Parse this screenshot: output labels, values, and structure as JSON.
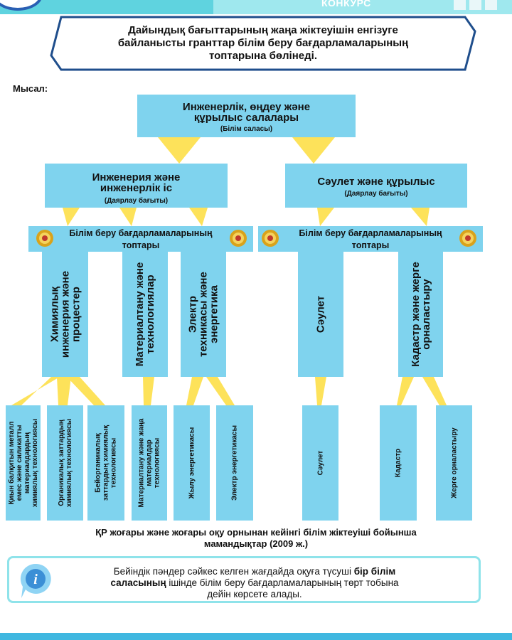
{
  "header": {
    "banner_text": "КОНКУРС"
  },
  "headline": {
    "line1": "Дайындық бағыттарының жаңа жіктеуішін енгізуге",
    "line2": "байланысты гранттар білім беру бағдарламаларының",
    "line3": "топтарына бөлінеді."
  },
  "example_label": "Мысал:",
  "field": {
    "title_line1": "Инженерлік, өңдеу және",
    "title_line2": "құрылыс салалары",
    "sub": "(Білім саласы)"
  },
  "directions": [
    {
      "title_line1": "Инженерия және",
      "title_line2": "инженерлік іс",
      "sub": "(Даярлау бағыты)"
    },
    {
      "title_line1": "Сәулет және құрылыс",
      "title_line2": "",
      "sub": "(Даярлау бағыты)"
    }
  ],
  "bands": [
    {
      "line1": "Білім беру бағдарламаларының",
      "line2": "топтары"
    },
    {
      "line1": "Білім беру бағдарламаларының",
      "line2": "топтары"
    }
  ],
  "groups": [
    {
      "line1": "Химиялық",
      "line2": "инженерия және",
      "line3": "процестер"
    },
    {
      "line1": "Материалтану және",
      "line2": "технологиялар",
      "line3": ""
    },
    {
      "line1": "Электр",
      "line2": "техникасы және",
      "line3": "энергетика"
    },
    {
      "line1": "Сәулет",
      "line2": "",
      "line3": ""
    },
    {
      "line1": "Кадастр және жерге",
      "line2": "орналастыру",
      "line3": ""
    }
  ],
  "specialties": [
    {
      "line1": "Қиын балқитын металл",
      "line2": "емес және силикатты",
      "line3": "материалдардың",
      "line4": "химиялық технологиясы"
    },
    {
      "line1": "Органикалық заттардың",
      "line2": "химиялық технологиясы",
      "line3": "",
      "line4": ""
    },
    {
      "line1": "Бейорганикалық",
      "line2": "заттардың химиялық",
      "line3": "технологиясы",
      "line4": ""
    },
    {
      "line1": "Материалтану және жаңа",
      "line2": "материалдар",
      "line3": "технологиясы",
      "line4": ""
    },
    {
      "line1": "Жылу энергетикасы",
      "line2": "",
      "line3": "",
      "line4": ""
    },
    {
      "line1": "Электр энергетикасы",
      "line2": "",
      "line3": "",
      "line4": ""
    },
    {
      "line1": "Сәулет",
      "line2": "",
      "line3": "",
      "line4": ""
    },
    {
      "line1": "Кадастр",
      "line2": "",
      "line3": "",
      "line4": ""
    },
    {
      "line1": "Жерге орналастыру",
      "line2": "",
      "line3": "",
      "line4": ""
    }
  ],
  "caption": {
    "line1": "ҚР жоғары және жоғары оқу орнынан кейінгі білім жіктеуіші бойынша",
    "line2": "мамандықтар (2009 ж.)"
  },
  "info": {
    "line1_plain": "Бейіндік пәндер сәйкес келген жағдайда оқуға түсуші ",
    "line1_bold": "бір білім",
    "line2_bold": "саласының",
    "line2_plain": " ішінде білім беру бағдарламаларының төрт тобына",
    "line3": "дейін көрсете алады."
  },
  "colors": {
    "box": "#7fd3ee",
    "connector": "#fde25a",
    "header_bar": "#5fd3df",
    "headline_border": "#1f4e8c",
    "info_border": "#8fe3ea"
  }
}
